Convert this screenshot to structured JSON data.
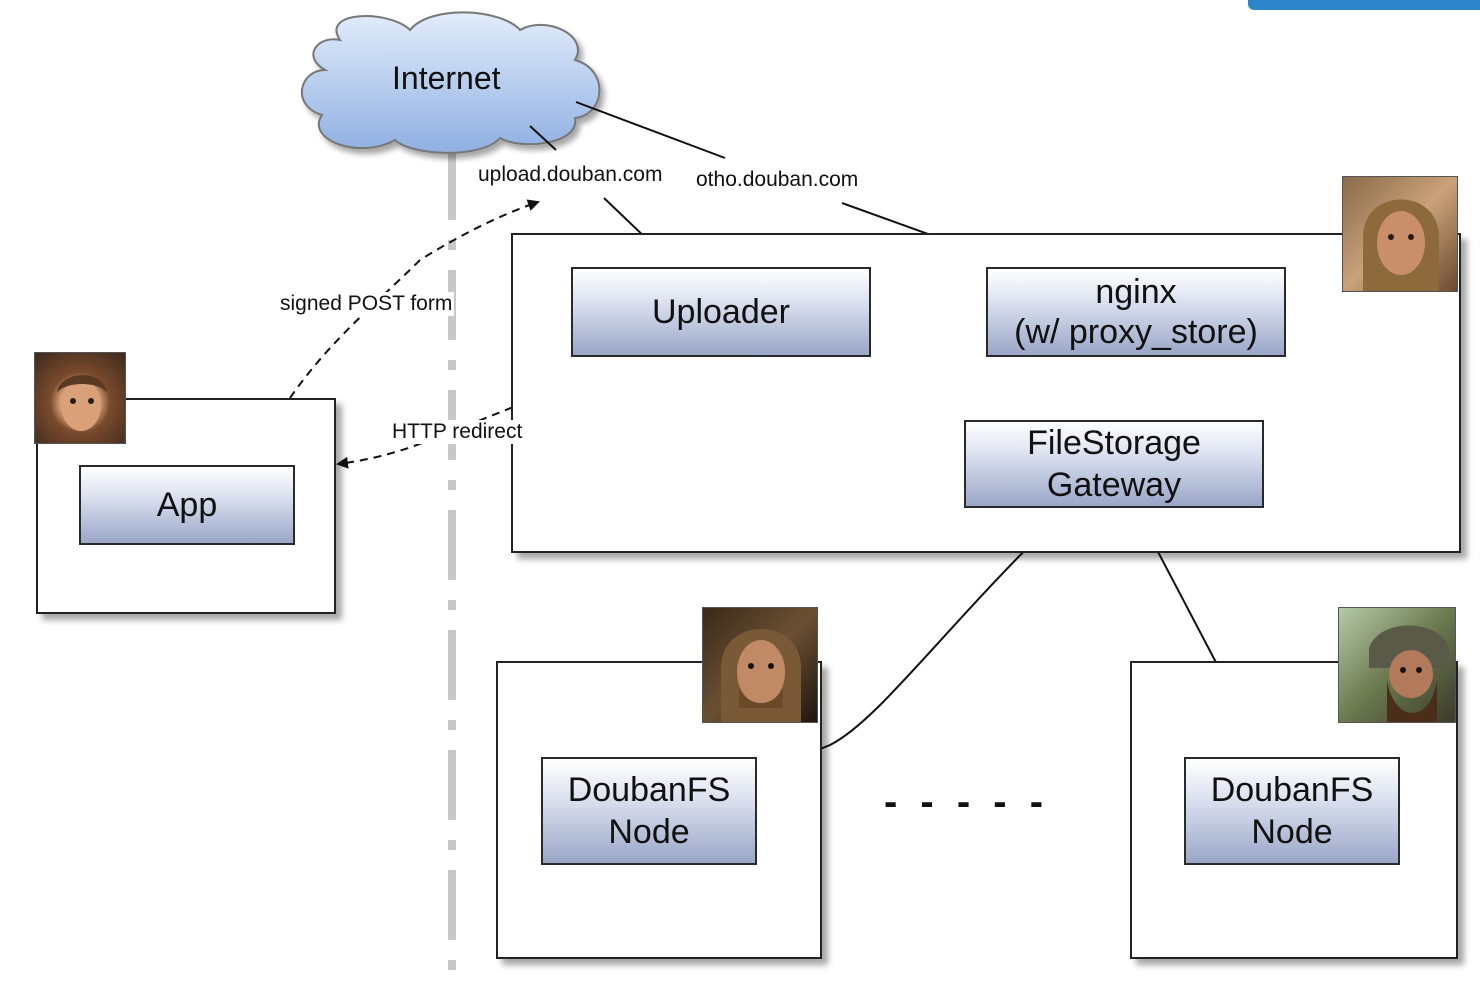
{
  "cloud": {
    "label": "Internet"
  },
  "components": {
    "uploader": "Uploader",
    "nginx_line1": "nginx",
    "nginx_line2": "(w/ proxy_store)",
    "gateway_line1": "FileStorage",
    "gateway_line2": "Gateway",
    "app": "App",
    "node1_line1": "DoubanFS",
    "node1_line2": "Node",
    "node2_line1": "DoubanFS",
    "node2_line2": "Node"
  },
  "edge_labels": {
    "upload": "upload.douban.com",
    "otho": "otho.douban.com",
    "signed_post": "signed POST form",
    "redirect": "HTTP redirect"
  },
  "ellipsis": "- - - - -",
  "colors": {
    "box_top": "#ffffff",
    "box_bottom": "#9aa6c8",
    "cloud_fill": "#a9c4ec",
    "divider": "#c8c8c8",
    "topbar": "#2d86c9"
  },
  "avatars": [
    "avatar-frodo",
    "avatar-faramir",
    "avatar-boromir",
    "avatar-gimli"
  ]
}
